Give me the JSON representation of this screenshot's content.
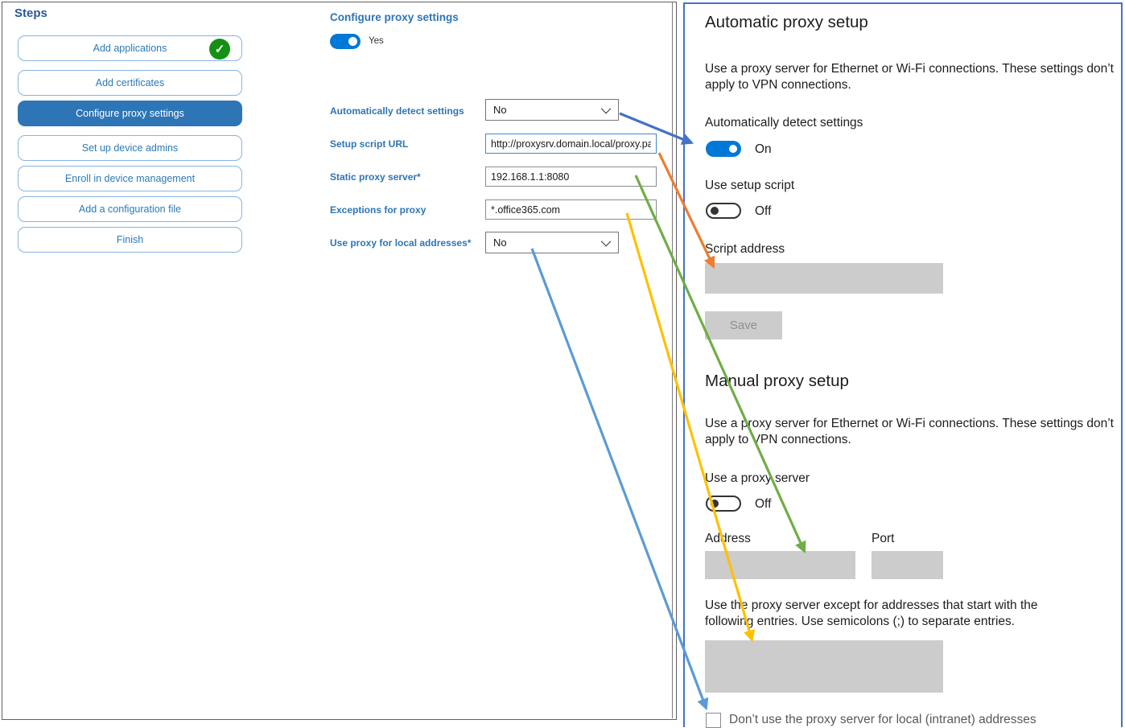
{
  "steps_panel": {
    "title": "Steps",
    "items": [
      {
        "label": "Add applications",
        "completed": true
      },
      {
        "label": "Add certificates"
      },
      {
        "label": "Configure proxy settings",
        "selected": true
      },
      {
        "label": "Set up device admins"
      },
      {
        "label": "Enroll in device management"
      },
      {
        "label": "Add a configuration file"
      },
      {
        "label": "Finish"
      }
    ]
  },
  "proxy_form": {
    "title": "Configure proxy settings",
    "enabled_toggle": {
      "state": "on",
      "label": "Yes"
    },
    "fields": [
      {
        "label": "Automatically detect settings",
        "type": "dropdown",
        "value": "No"
      },
      {
        "label": "Setup script URL",
        "type": "text",
        "value": "http://proxysrv.domain.local/proxy.pa",
        "focused": true
      },
      {
        "label": "Static proxy server*",
        "type": "text",
        "value": "192.168.1.1:8080"
      },
      {
        "label": "Exceptions for proxy",
        "type": "text",
        "value": "*.office365.com"
      },
      {
        "label": "Use proxy for local addresses*",
        "type": "dropdown",
        "value": "No"
      }
    ]
  },
  "settings_panel": {
    "automatic": {
      "heading": "Automatic proxy setup",
      "description": "Use a proxy server for Ethernet or Wi-Fi connections. These settings don’t apply to VPN connections.",
      "detect_label": "Automatically detect settings",
      "detect_state": "On",
      "script_toggle_label": "Use setup script",
      "script_toggle_state": "Off",
      "script_address_label": "Script address",
      "save_button": "Save"
    },
    "manual": {
      "heading": "Manual proxy setup",
      "description": "Use a proxy server for Ethernet or Wi-Fi connections. These settings don’t apply to VPN connections.",
      "proxy_toggle_label": "Use a proxy server",
      "proxy_toggle_state": "Off",
      "address_label": "Address",
      "port_label": "Port",
      "exceptions_description": "Use the proxy server except for addresses that start with the following entries. Use semicolons (;) to separate entries.",
      "local_checkbox_label": "Don’t use the proxy server for local (intranet) addresses"
    }
  },
  "arrows": [
    {
      "maps": "automatically-detect-settings",
      "color": "#4472c4"
    },
    {
      "maps": "setup-script-url",
      "color": "#ed7d31"
    },
    {
      "maps": "static-proxy-server",
      "color": "#70ad47"
    },
    {
      "maps": "exceptions-for-proxy",
      "color": "#ffc000"
    },
    {
      "maps": "use-proxy-for-local-addresses",
      "color": "#5b9bd5"
    }
  ],
  "colors": {
    "accent_blue": "#0078d7",
    "selected_step_blue": "#2e75b6",
    "completed_green": "#149114",
    "panel_border_blue": "#4472c4",
    "disabled_gray": "#cccccc"
  }
}
